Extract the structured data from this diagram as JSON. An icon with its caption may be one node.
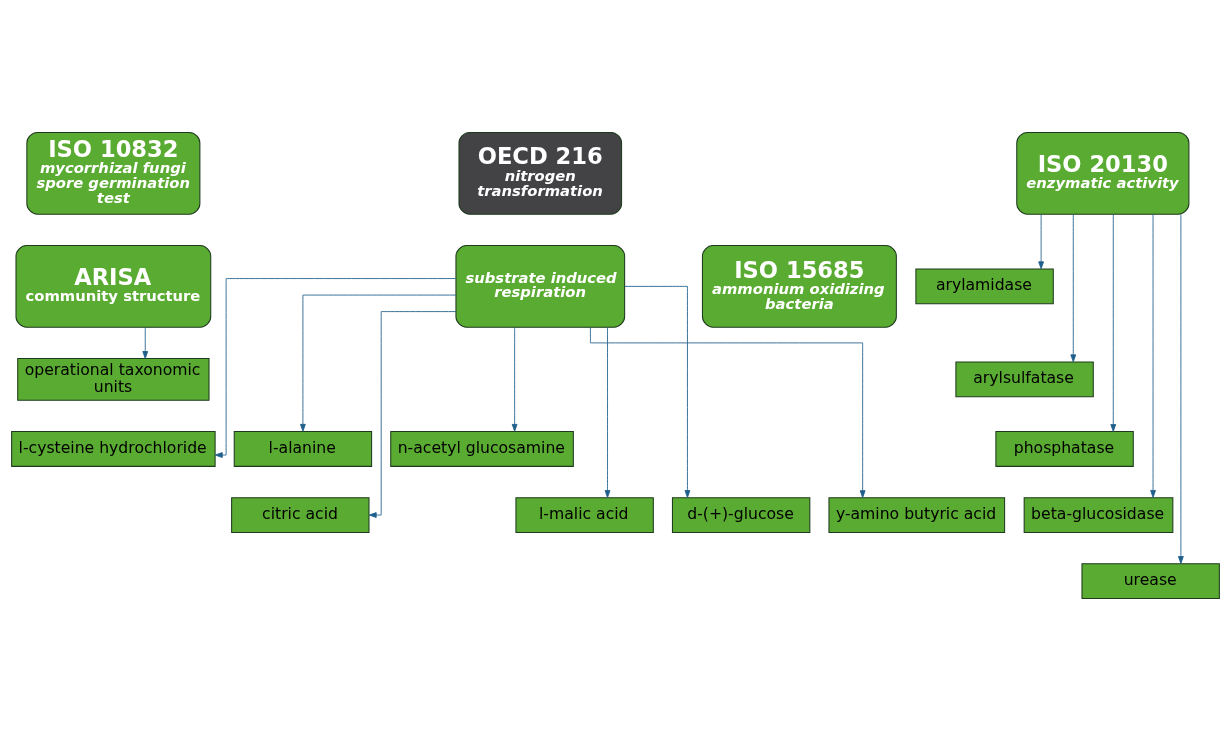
{
  "diagram": {
    "nodes": [
      {
        "text": [
          "OECD 216",
          "nitrogen transformation"
        ]
      },
      {
        "text": [
          "ISO 10832",
          "mycorrhizal fungi spore germination test"
        ]
      },
      {
        "text": [
          "ISO 20130",
          "enzymatic activity"
        ]
      },
      {
        "text": [
          "substrate induced respiration"
        ]
      },
      {
        "text": [
          "ARISA",
          "community structure"
        ]
      },
      {
        "text": [
          "ISO 15685",
          "ammonium oxidizing bacteria"
        ]
      },
      {
        "text": [
          "arylamidase"
        ]
      },
      {
        "text": [
          "arylsulfatase"
        ]
      },
      {
        "text": [
          "phosphatase"
        ]
      },
      {
        "text": [
          "beta-glucosidase"
        ]
      },
      {
        "text": [
          "urease"
        ]
      },
      {
        "text": [
          "operational taxonomic units"
        ]
      },
      {
        "text": [
          "l-cysteine hydrochloride"
        ]
      },
      {
        "text": [
          "l-alanine"
        ]
      },
      {
        "text": [
          "n-acetyl glucosamine"
        ]
      },
      {
        "text": [
          "citric acid"
        ]
      },
      {
        "text": [
          "l-malic acid"
        ]
      },
      {
        "text": [
          "d-(+)-glucose"
        ]
      },
      {
        "text": [
          "y-amino butyric acid"
        ]
      }
    ],
    "edges": [
      {
        "from": 2,
        "to": 6,
        "arrow": "to"
      },
      {
        "from": 2,
        "to": 7,
        "arrow": "to"
      },
      {
        "from": 2,
        "to": 8,
        "arrow": "to"
      },
      {
        "from": 2,
        "to": 9,
        "arrow": "to"
      },
      {
        "from": 2,
        "to": 10,
        "arrow": "to"
      },
      {
        "from": 4,
        "to": 11,
        "arrow": "to"
      },
      {
        "from": 3,
        "to": 15,
        "arrow": "to"
      },
      {
        "from": 3,
        "to": 12,
        "arrow": "to"
      },
      {
        "from": 3,
        "to": 16,
        "arrow": "to"
      },
      {
        "from": 3,
        "to": 13,
        "arrow": "to"
      },
      {
        "from": 3,
        "to": 17,
        "arrow": "to"
      },
      {
        "from": 3,
        "to": 14,
        "arrow": "to"
      },
      {
        "from": 3,
        "to": 18,
        "arrow": "to"
      }
    ]
  }
}
